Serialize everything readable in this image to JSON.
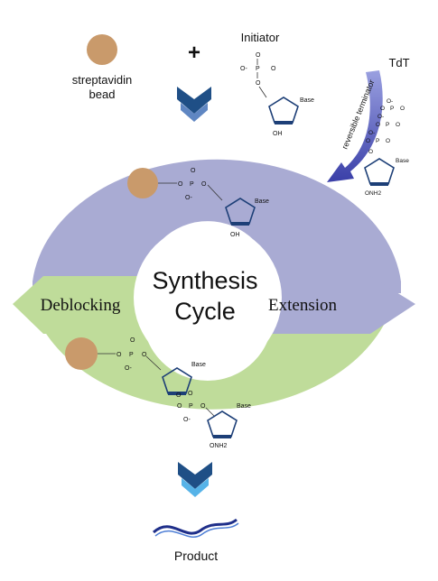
{
  "header": {
    "bead_label_line1": "streptavidin",
    "bead_label_line2": "bead",
    "plus": "+",
    "initiator_label": "Initiator",
    "enzyme_label": "TdT",
    "arrow_label": "reversible terminator"
  },
  "cycle": {
    "title_line1": "Synthesis",
    "title_line2": "Cycle",
    "left_step": "Deblocking",
    "right_step": "Extension"
  },
  "chemistry": {
    "P": "P",
    "O": "O",
    "O_minus": "O-",
    "base": "Base",
    "OH": "OH",
    "ONH2": "ONH2"
  },
  "footer": {
    "product_label": "Product"
  },
  "colors": {
    "top_arc": "#a9abd3",
    "bottom_arc": "#bfdc9a",
    "bead": "#c99a6b",
    "chevron_dark": "#1f4f86",
    "chevron_light": "#5f86c2",
    "arrow": "#4b4fb0",
    "sugar_ring": "#1d3f77"
  }
}
